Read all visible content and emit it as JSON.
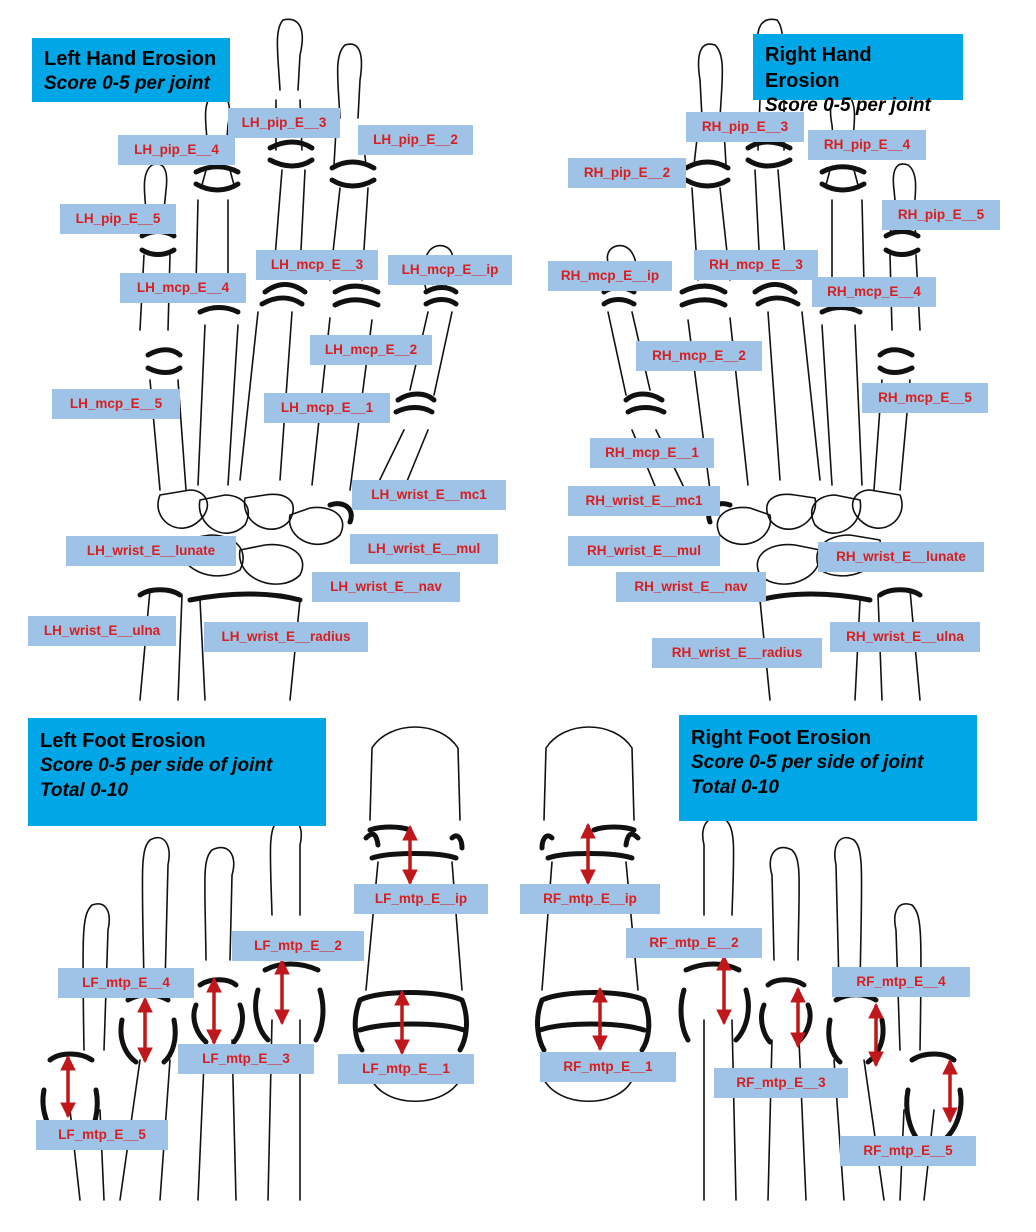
{
  "titles": {
    "left_hand": {
      "line1": "Left Hand Erosion",
      "line2": "Score 0-5 per joint"
    },
    "right_hand": {
      "line1": "Right Hand Erosion",
      "line2": "Score 0-5 per joint"
    },
    "left_foot": {
      "line1": "Left Foot Erosion",
      "line2": "Score 0-5 per side of joint",
      "line3": "Total 0-10"
    },
    "right_foot": {
      "line1": "Right Foot Erosion",
      "line2": "Score 0-5 per side of joint",
      "line3": "Total 0-10"
    }
  },
  "labels": {
    "lh_pip_e_3": "LH_pip_E__3",
    "lh_pip_e_4": "LH_pip_E__4",
    "lh_pip_e_2": "LH_pip_E__2",
    "lh_pip_e_5": "LH_pip_E__5",
    "lh_mcp_e_3": "LH_mcp_E__3",
    "lh_mcp_e_ip": "LH_mcp_E__ip",
    "lh_mcp_e_4": "LH_mcp_E__4",
    "lh_mcp_e_2": "LH_mcp_E__2",
    "lh_mcp_e_5": "LH_mcp_E__5",
    "lh_mcp_e_1": "LH_mcp_E__1",
    "lh_wrist_e_mc1": "LH_wrist_E__mc1",
    "lh_wrist_e_lunate": "LH_wrist_E__lunate",
    "lh_wrist_e_mul": "LH_wrist_E__mul",
    "lh_wrist_e_nav": "LH_wrist_E__nav",
    "lh_wrist_e_ulna": "LH_wrist_E__ulna",
    "lh_wrist_e_radius": "LH_wrist_E__radius",
    "rh_pip_e_3": "RH_pip_E__3",
    "rh_pip_e_4": "RH_pip_E__4",
    "rh_pip_e_2": "RH_pip_E__2",
    "rh_pip_e_5": "RH_pip_E__5",
    "rh_mcp_e_ip": "RH_mcp_E__ip",
    "rh_mcp_e_3": "RH_mcp_E__3",
    "rh_mcp_e_4": "RH_mcp_E__4",
    "rh_mcp_e_2": "RH_mcp_E__2",
    "rh_mcp_e_5": "RH_mcp_E__5",
    "rh_mcp_e_1": "RH_mcp_E__1",
    "rh_wrist_e_mc1": "RH_wrist_E__mc1",
    "rh_wrist_e_mul": "RH_wrist_E__mul",
    "rh_wrist_e_lunate": "RH_wrist_E__lunate",
    "rh_wrist_e_nav": "RH_wrist_E__nav",
    "rh_wrist_e_ulna": "RH_wrist_E__ulna",
    "rh_wrist_e_radius": "RH_wrist_E__radius",
    "lf_mtp_e_ip": "LF_mtp_E__ip",
    "lf_mtp_e_2": "LF_mtp_E__2",
    "lf_mtp_e_4": "LF_mtp_E__4",
    "lf_mtp_e_3": "LF_mtp_E__3",
    "lf_mtp_e_1": "LF_mtp_E__1",
    "lf_mtp_e_5": "LF_mtp_E__5",
    "rf_mtp_e_ip": "RF_mtp_E__ip",
    "rf_mtp_e_2": "RF_mtp_E__2",
    "rf_mtp_e_4": "RF_mtp_E__4",
    "rf_mtp_e_1": "RF_mtp_E__1",
    "rf_mtp_e_3": "RF_mtp_E__3",
    "rf_mtp_e_5": "RF_mtp_E__5"
  },
  "colors": {
    "title_bg": "#00a6e6",
    "label_bg": "#9fc3e6",
    "label_text": "#d81e1e",
    "arrow": "#c0171b"
  }
}
